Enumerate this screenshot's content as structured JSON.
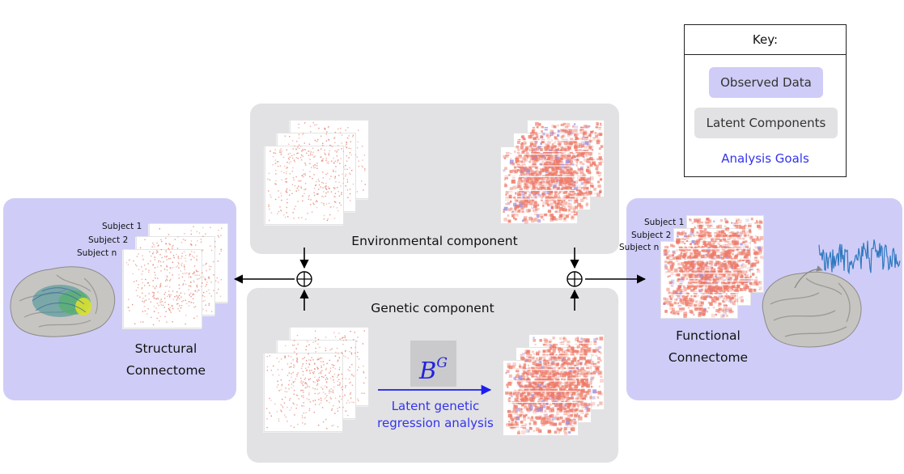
{
  "key": {
    "title": "Key:",
    "observed": "Observed Data",
    "latent": "Latent Components",
    "goals": "Analysis Goals"
  },
  "structural": {
    "label": "Structural\nConnectome",
    "subjects": [
      "Subject 1",
      "Subject 2",
      "Subject n"
    ]
  },
  "functional": {
    "label": "Functional\nConnectome",
    "subjects": [
      "Subject 1",
      "Subject 2",
      "Subject n"
    ]
  },
  "environmental": {
    "label": "Environmental component"
  },
  "genetic": {
    "label": "Genetic component"
  },
  "regression": {
    "coef_base": "B",
    "coef_sup": "G",
    "label": "Latent genetic\nregression analysis"
  },
  "colors": {
    "observed": "#cfcdf7",
    "latent": "#e2e2e4",
    "goal": "#3333ee",
    "sparse_matrix": "#e58a7a",
    "dense_matrix": "#ee7a68",
    "timeseries": "#2f78c0"
  }
}
